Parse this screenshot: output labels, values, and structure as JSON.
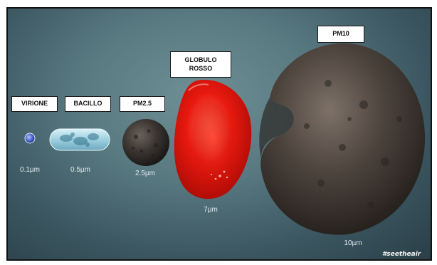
{
  "particles": [
    {
      "label": "VIRIONE",
      "size": "0.1µm",
      "color": "#4a66c9"
    },
    {
      "label": "BACILLO",
      "size": "0.5µm",
      "color": "#9fd0e0"
    },
    {
      "label": "PM2.5",
      "size": "2.5µm",
      "color": "#3a3532"
    },
    {
      "label_line1": "GLOBULO",
      "label_line2": "ROSSO",
      "size": "7µm",
      "color": "#e8190f"
    },
    {
      "label": "PM10",
      "size": "10µm",
      "color": "#4a413b"
    }
  ],
  "watermark": "#seetheair"
}
